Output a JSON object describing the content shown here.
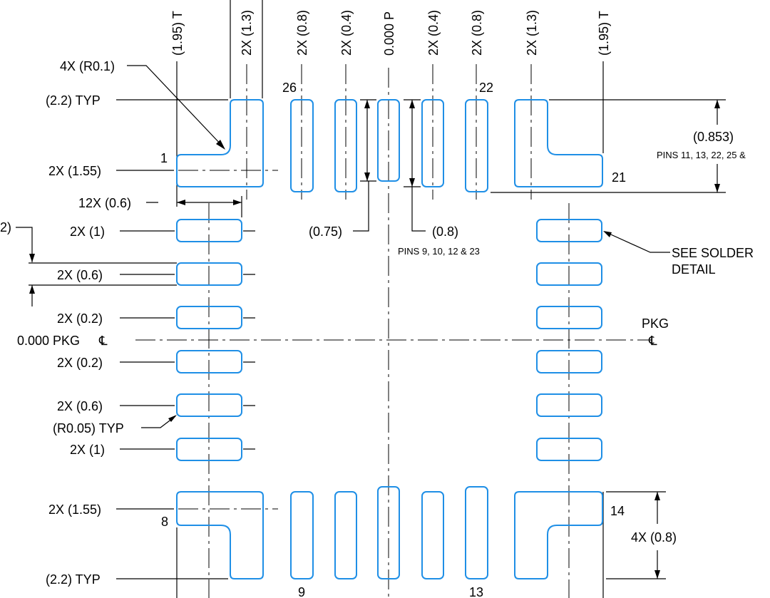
{
  "colors": {
    "pad_outline": "#1f8fe6",
    "line": "#000000",
    "background": "#ffffff"
  },
  "top_dims": [
    "(1.95) T",
    "2X (1.3)",
    "2X (0.8)",
    "2X (0.4)",
    "0.000 P",
    "2X (0.4)",
    "2X (0.8)",
    "2X (1.3)",
    "(1.95) T"
  ],
  "labels": {
    "r01": "4X (R0.1)",
    "typ22_top": "(2.2) TYP",
    "x155_top": "2X (1.55)",
    "x06_12": "12X (0.6)",
    "left_clip": "2)",
    "x1_a": "2X (1)",
    "x06_a": "2X (0.6)",
    "x02_a": "2X (0.2)",
    "pkg_left": "0.000 PKG",
    "x02_b": "2X (0.2)",
    "x06_b": "2X (0.6)",
    "r005": "(R0.05) TYP",
    "x1_b": "2X (1)",
    "x155_bot": "2X (1.55)",
    "typ22_bot": "(2.2) TYP",
    "d075": "(0.75)",
    "d08": "(0.8)",
    "pins_a": "PINS 9, 10, 12 & 23",
    "d0853": "(0.853)",
    "pins_b": "PINS 11, 13, 22, 25 &",
    "see1": "SEE SOLDER",
    "see2": "DETAIL",
    "pkg_right": "PKG",
    "cl_sym_left": "℄",
    "cl_sym_right": "℄",
    "x08_4": "4X (0.8)"
  },
  "pins": {
    "p1": "1",
    "p8": "8",
    "p9": "9",
    "p13": "13",
    "p14": "14",
    "p21": "21",
    "p22": "22",
    "p26": "26"
  }
}
